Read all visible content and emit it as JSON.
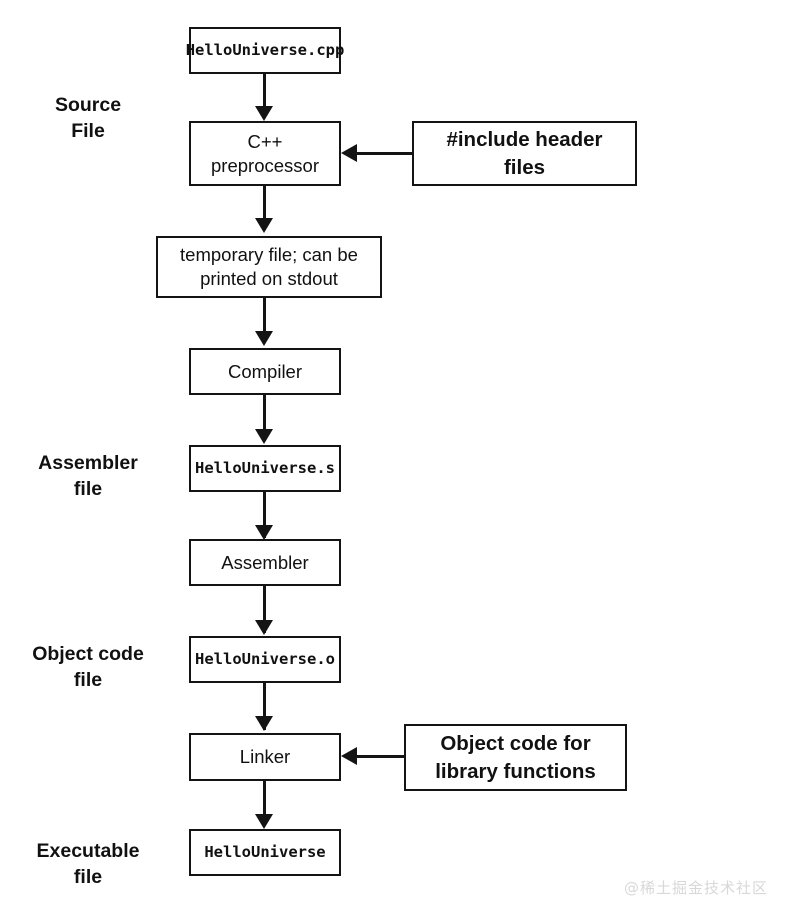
{
  "diagram": {
    "title": "C++ compilation pipeline",
    "background_color": "#ffffff",
    "line_color": "#141414",
    "text_color": "#111111"
  },
  "stage_labels": [
    {
      "id": "source-file",
      "text": "Source File"
    },
    {
      "id": "assembler-file",
      "text": "Assembler\nfile"
    },
    {
      "id": "object-code-file",
      "text": "Object code\nfile"
    },
    {
      "id": "executable-file",
      "text": "Executable\nfile"
    }
  ],
  "nodes": [
    {
      "id": "hello-universe-cpp",
      "text": "HelloUniverse.cpp",
      "kind": "file"
    },
    {
      "id": "cpp-preprocessor",
      "text": "C++\npreprocessor",
      "kind": "stage"
    },
    {
      "id": "temporary-file",
      "text": "temporary file; can be\nprinted on stdout",
      "kind": "stage"
    },
    {
      "id": "compiler",
      "text": "Compiler",
      "kind": "stage"
    },
    {
      "id": "hello-universe-s",
      "text": "HelloUniverse.s",
      "kind": "file"
    },
    {
      "id": "assembler",
      "text": "Assembler",
      "kind": "stage"
    },
    {
      "id": "hello-universe-o",
      "text": "HelloUniverse.o",
      "kind": "file"
    },
    {
      "id": "linker",
      "text": "Linker",
      "kind": "stage"
    },
    {
      "id": "hello-universe",
      "text": "HelloUniverse",
      "kind": "file"
    }
  ],
  "side_notes": [
    {
      "id": "include-header-files",
      "text": "#include header\nfiles",
      "target": "cpp-preprocessor"
    },
    {
      "id": "object-code-library",
      "text": "Object code for\nlibrary functions",
      "target": "linker"
    }
  ],
  "watermark": {
    "text": "@稀土掘金技术社区"
  }
}
